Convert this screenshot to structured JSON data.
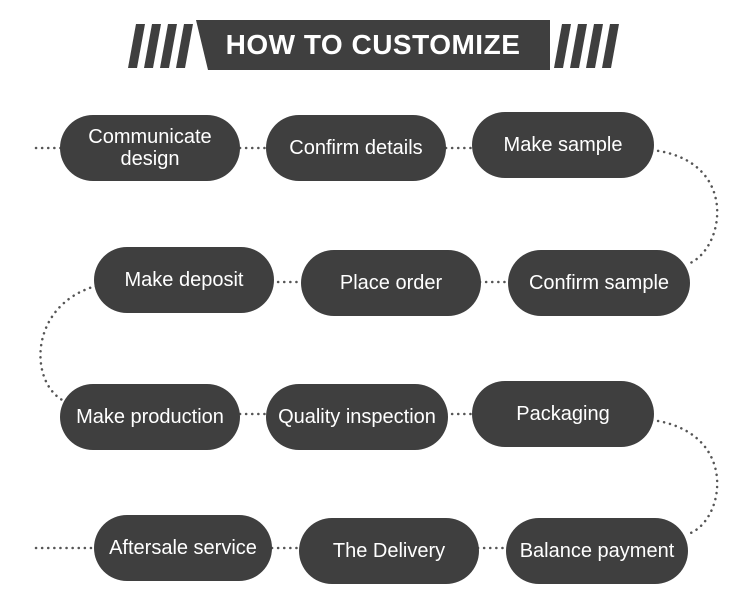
{
  "header": {
    "title": "HOW TO CUSTOMIZE"
  },
  "colors": {
    "pill": "#3f3f3f",
    "text": "#ffffff",
    "dots": "#555555"
  },
  "steps": [
    "Communicate\ndesign",
    "Confirm details",
    "Make sample",
    "Confirm sample",
    "Place order",
    "Make deposit",
    "Make production",
    "Quality inspection",
    "Packaging",
    "Balance payment",
    "The Delivery",
    "Aftersale service"
  ]
}
